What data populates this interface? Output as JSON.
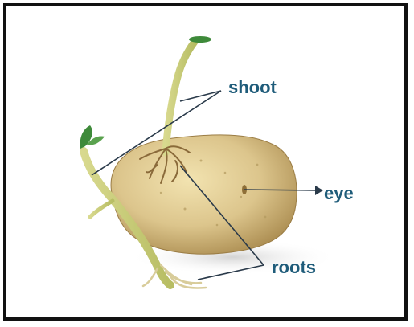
{
  "labels": {
    "shoot": "shoot",
    "eye": "eye",
    "roots": "roots"
  },
  "colors": {
    "label": "#1f5c7a",
    "line": "#2a3a4a",
    "frame": "#111111",
    "potato": "#d9c48a",
    "sprout": "#c9d27a",
    "leaf": "#3e8a3a"
  }
}
